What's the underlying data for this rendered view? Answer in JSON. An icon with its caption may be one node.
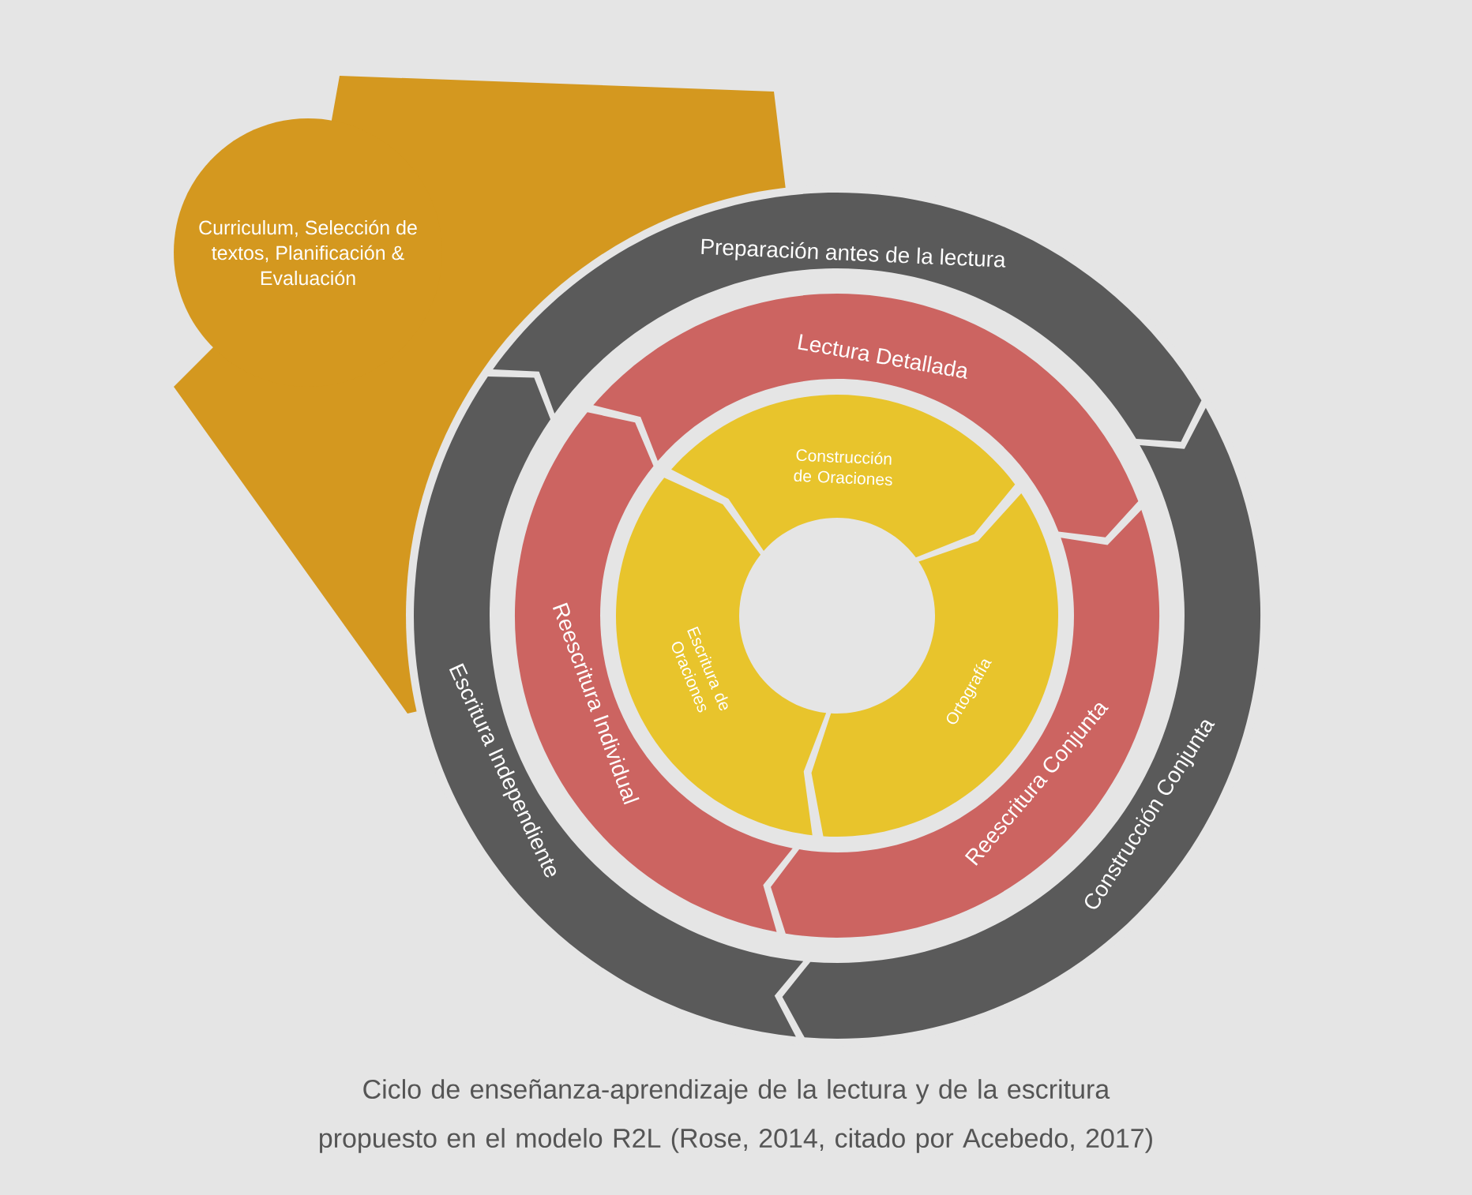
{
  "diagram": {
    "nodes": [
      {
        "text": [
          "Curriculum, Selección de textos, Planificación & Evaluación"
        ]
      },
      {
        "text": [
          "Preparación antes de la lectura"
        ]
      },
      {
        "text": [
          "Lectura Detallada"
        ]
      },
      {
        "text": [
          "Construcción de Oraciones"
        ]
      },
      {
        "text": [
          "Escritura de Oraciones"
        ]
      },
      {
        "text": [
          "Ortografía"
        ]
      },
      {
        "text": [
          "Reescritura Individual"
        ]
      },
      {
        "text": [
          "Reescritura Conjunta"
        ]
      },
      {
        "text": [
          "Escritura Independiente"
        ]
      },
      {
        "text": [
          "Construcción Conjunta"
        ]
      }
    ],
    "caption": "Ciclo de enseñanza-aprendizaje de la lectura y de la escritura propuesto en el modelo R2L (Rose, 2014, citado por Acebedo, 2017)"
  }
}
